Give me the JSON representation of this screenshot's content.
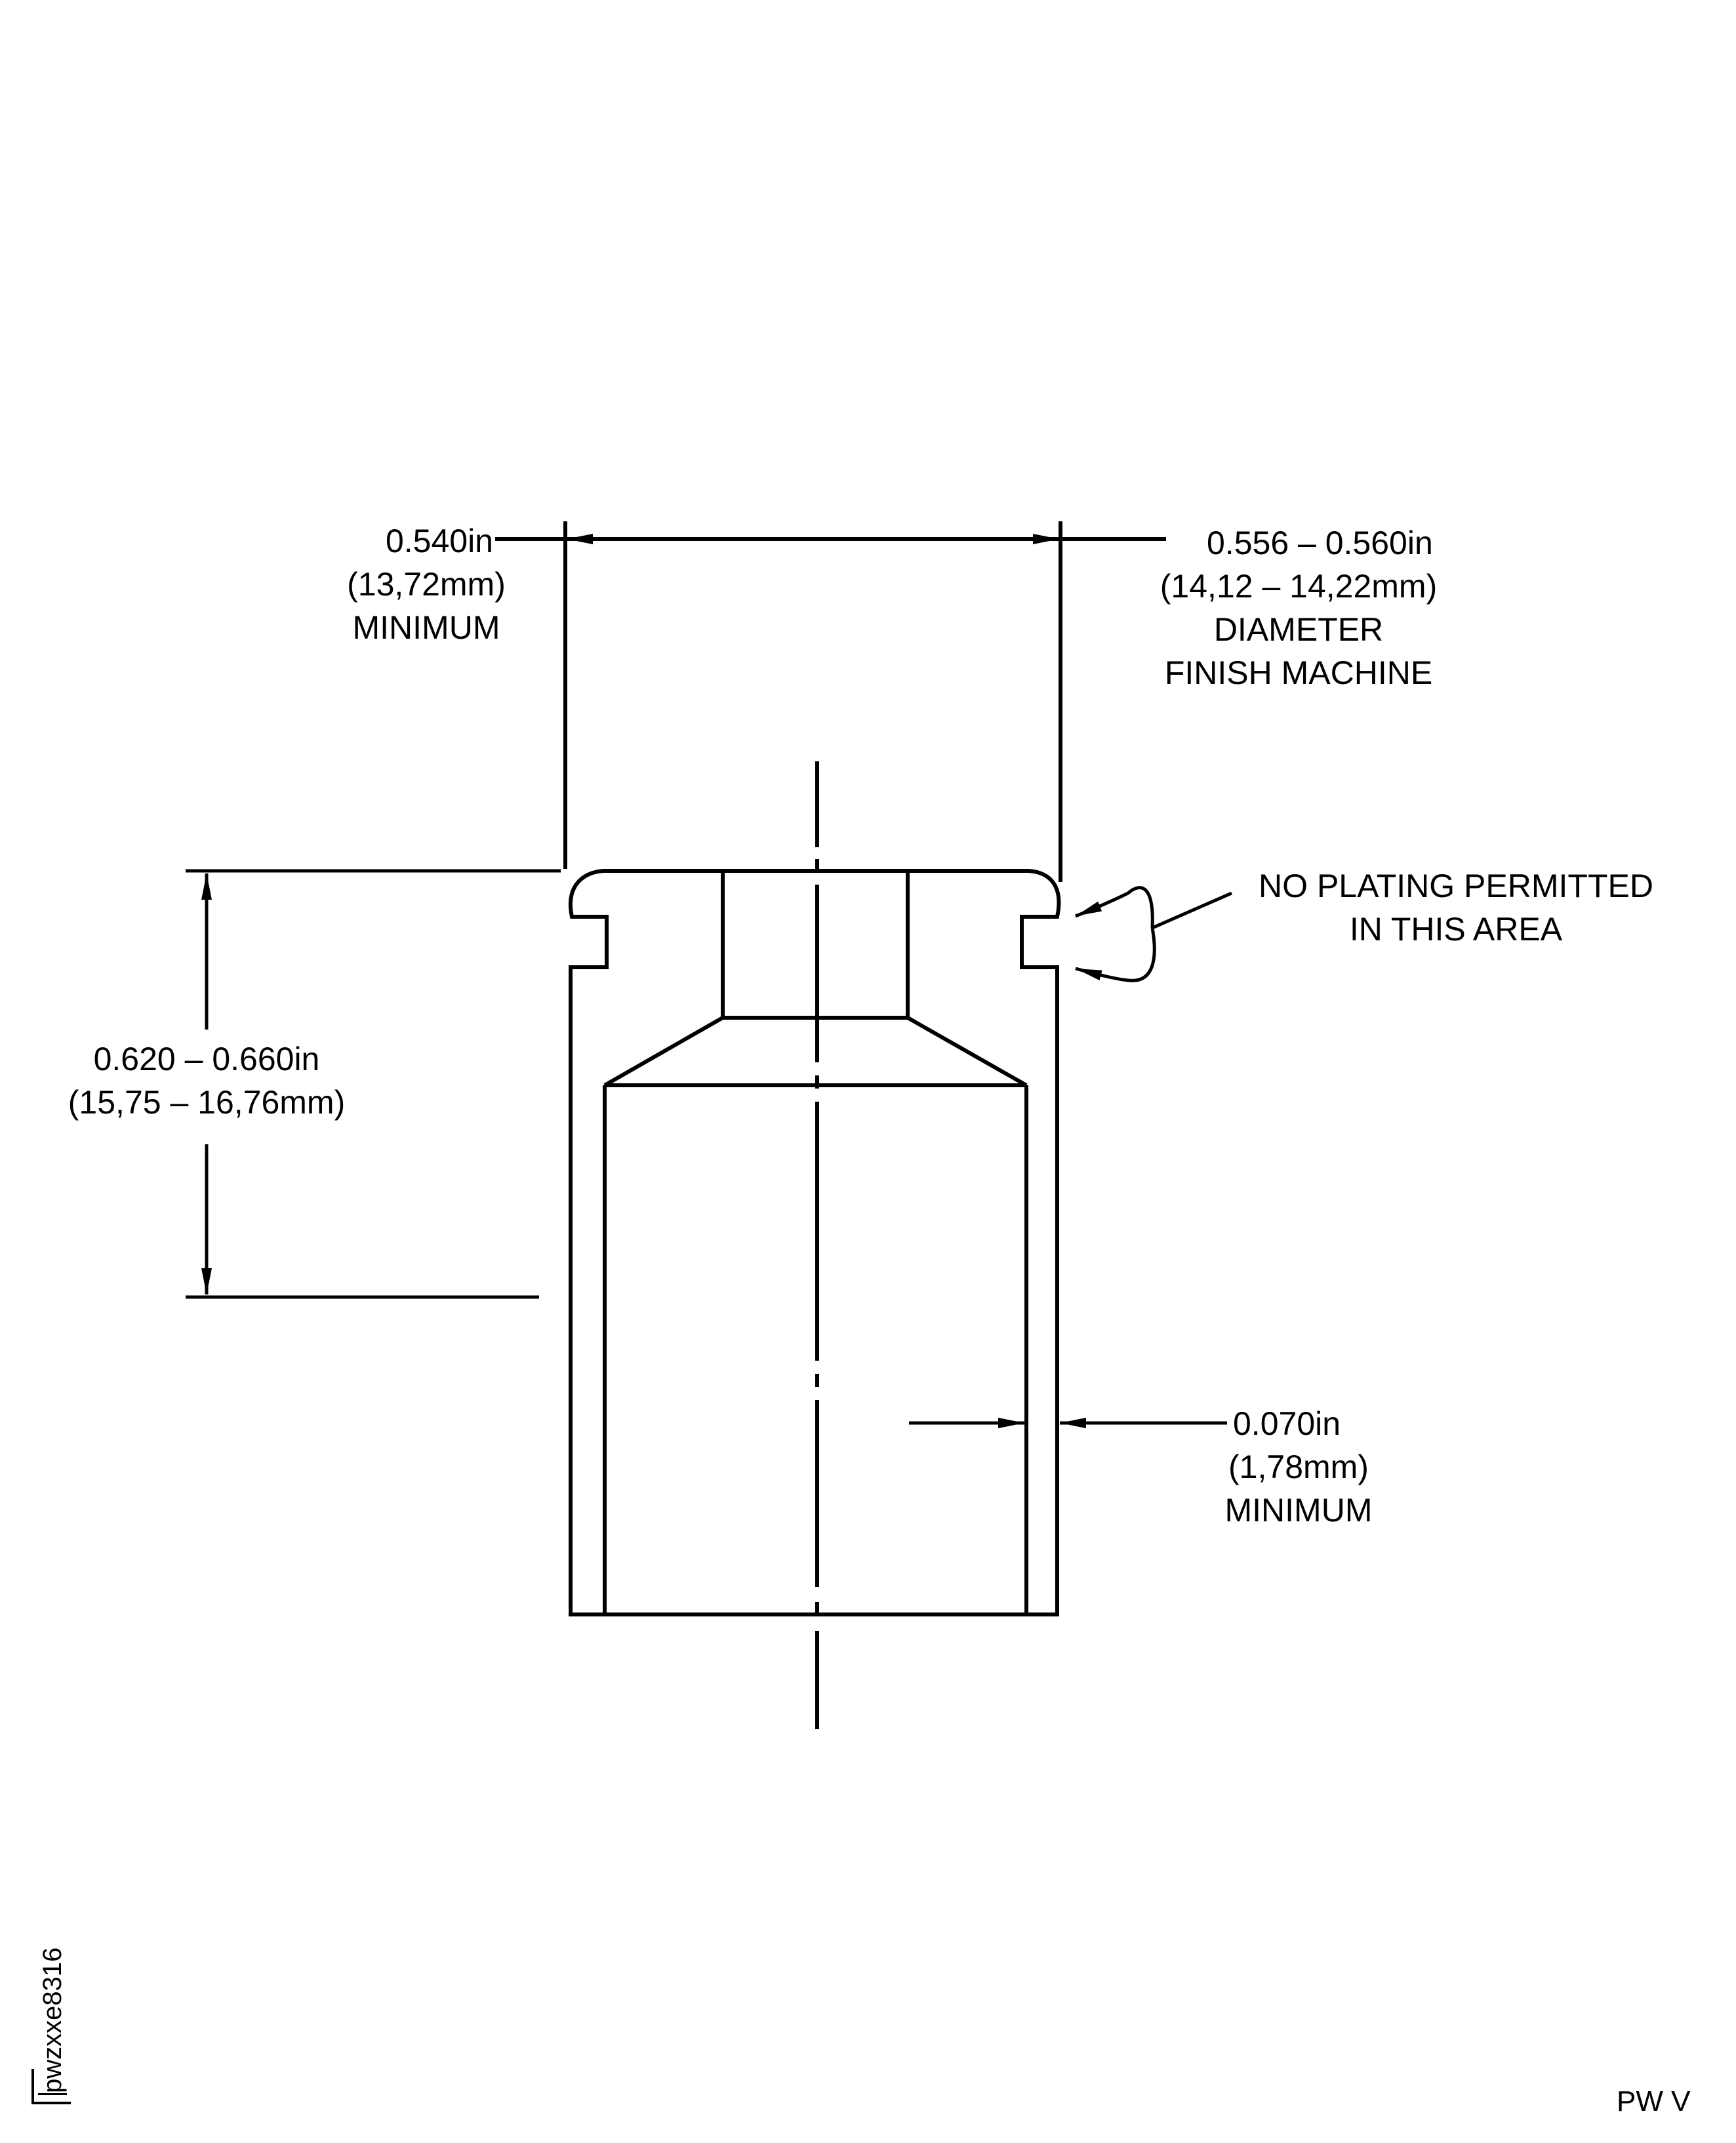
{
  "drawing": {
    "type": "engineering-drawing",
    "subject": "plated part cross-section with dimensions",
    "line_color": "#000000",
    "background": "#ffffff"
  },
  "dimensions": {
    "min_diameter": {
      "inch": "0.540in",
      "mm": "(13,72mm)",
      "qualifier": "MINIMUM"
    },
    "finish_diameter": {
      "inch": "0.556 – 0.560in",
      "mm": "(14,12 – 14,22mm)",
      "qualifier": "DIAMETER",
      "note": "FINISH MACHINE"
    },
    "height": {
      "inch": "0.620 – 0.660in",
      "mm": "(15,75 – 16,76mm)"
    },
    "wall_thickness": {
      "inch": "0.070in",
      "mm": "(1,78mm)",
      "qualifier": "MINIMUM"
    }
  },
  "notes": {
    "no_plating": {
      "line1": "NO PLATING PERMITTED",
      "line2": "IN THIS AREA"
    }
  },
  "footer": {
    "figure_id": "pwzxxe8316",
    "source_label": "PW V"
  }
}
